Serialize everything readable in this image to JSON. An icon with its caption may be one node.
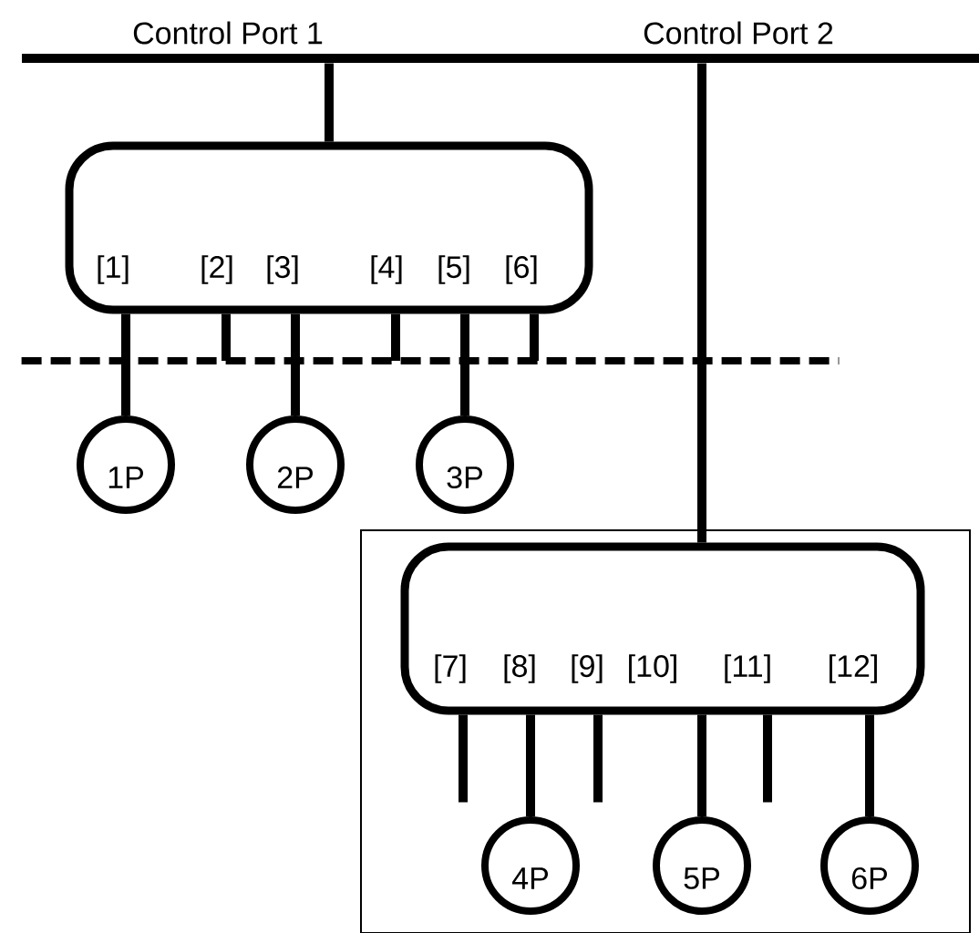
{
  "diagram": {
    "nodes": [
      {
        "text": [],
        "shape": "bar"
      },
      {
        "text": [
          "[1]",
          "[2]",
          "[3]",
          "[4]",
          "[5]",
          "[6]"
        ]
      },
      {
        "text": [],
        "shape": "bar"
      },
      {
        "text": [
          "1P"
        ]
      },
      {
        "text": [
          "2P"
        ]
      },
      {
        "text": [
          "3P"
        ]
      },
      {
        "text": [],
        "shape": "box"
      },
      {
        "text": [
          "[7]",
          "[8]",
          "[9]",
          "[10]",
          "[11]",
          "[12]"
        ],
        "in": 6
      },
      {
        "text": [
          "4P"
        ],
        "in": 6
      },
      {
        "text": [
          "5P"
        ],
        "in": 6
      },
      {
        "text": [
          "6P"
        ],
        "in": 6
      }
    ],
    "edges": [
      {
        "from": 0,
        "to": 1,
        "arrow": "none"
      },
      {
        "from": 0,
        "to": 7,
        "arrow": "none"
      },
      {
        "from": 1,
        "to": 3,
        "arrow": "none"
      },
      {
        "from": 1,
        "to": 2,
        "arrow": "none"
      },
      {
        "from": 1,
        "to": 4,
        "arrow": "none"
      },
      {
        "from": 1,
        "to": 2,
        "arrow": "none"
      },
      {
        "from": 1,
        "to": 5,
        "arrow": "none"
      },
      {
        "from": 1,
        "to": 2,
        "arrow": "none"
      },
      {
        "from": 7,
        "to": null,
        "arrow": "none"
      },
      {
        "from": 7,
        "to": 8,
        "arrow": "none"
      },
      {
        "from": 7,
        "to": null,
        "arrow": "none"
      },
      {
        "from": 7,
        "to": 9,
        "arrow": "none"
      },
      {
        "from": 7,
        "to": null,
        "arrow": "none"
      },
      {
        "from": 7,
        "to": 10,
        "arrow": "none"
      }
    ],
    "labels": [
      "Control Port 1",
      "Control Port 2"
    ]
  }
}
